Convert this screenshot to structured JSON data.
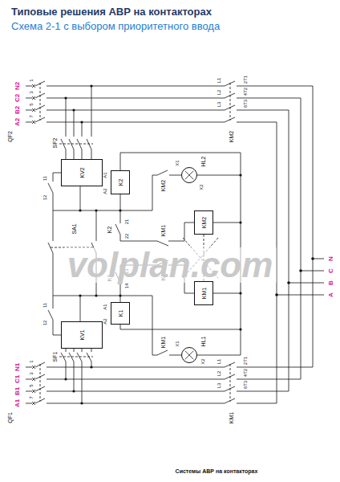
{
  "diagram": {
    "title": "Типовые решения АВР на контакторах",
    "nodes": [
      {
        "text": [
          "KV2"
        ]
      },
      {
        "text": [
          "K2"
        ]
      },
      {
        "text": [
          "HL2"
        ]
      },
      {
        "text": [
          "KM2"
        ]
      },
      {
        "text": [
          "KM1"
        ]
      },
      {
        "text": [
          "K1"
        ]
      },
      {
        "text": [
          "KV1"
        ]
      },
      {
        "text": [
          "HL1"
        ]
      }
    ],
    "edges": [
      {
        "from": 3,
        "to": 4,
        "arrow": "none"
      }
    ],
    "labels": [
      "Схема 2-1 с выбором приоритетного ввода",
      "N2",
      "C2",
      "B2",
      "A2",
      "QF2",
      "SF2",
      "1",
      "3",
      "5",
      "7",
      "L1",
      "L2",
      "L3",
      "2T1",
      "4T2",
      "6T3",
      "KM2",
      "11",
      "12",
      "A1",
      "A2",
      "KM2",
      "X1",
      "X2",
      "KM1",
      "K2",
      "21",
      "22",
      "SA1",
      "KM2",
      "K1",
      "13",
      "14",
      "11",
      "12",
      "A1",
      "A2",
      "KM1",
      "X1",
      "X2",
      "SF1",
      "1",
      "3",
      "5",
      "7",
      "L1",
      "L2",
      "L3",
      "2T1",
      "4T2",
      "6T3",
      "KM1",
      "N1",
      "C1",
      "B1",
      "A1",
      "QF1",
      "A",
      "B",
      "C",
      "N",
      "volplan.com",
      "Системы АВР на контакторах"
    ]
  }
}
